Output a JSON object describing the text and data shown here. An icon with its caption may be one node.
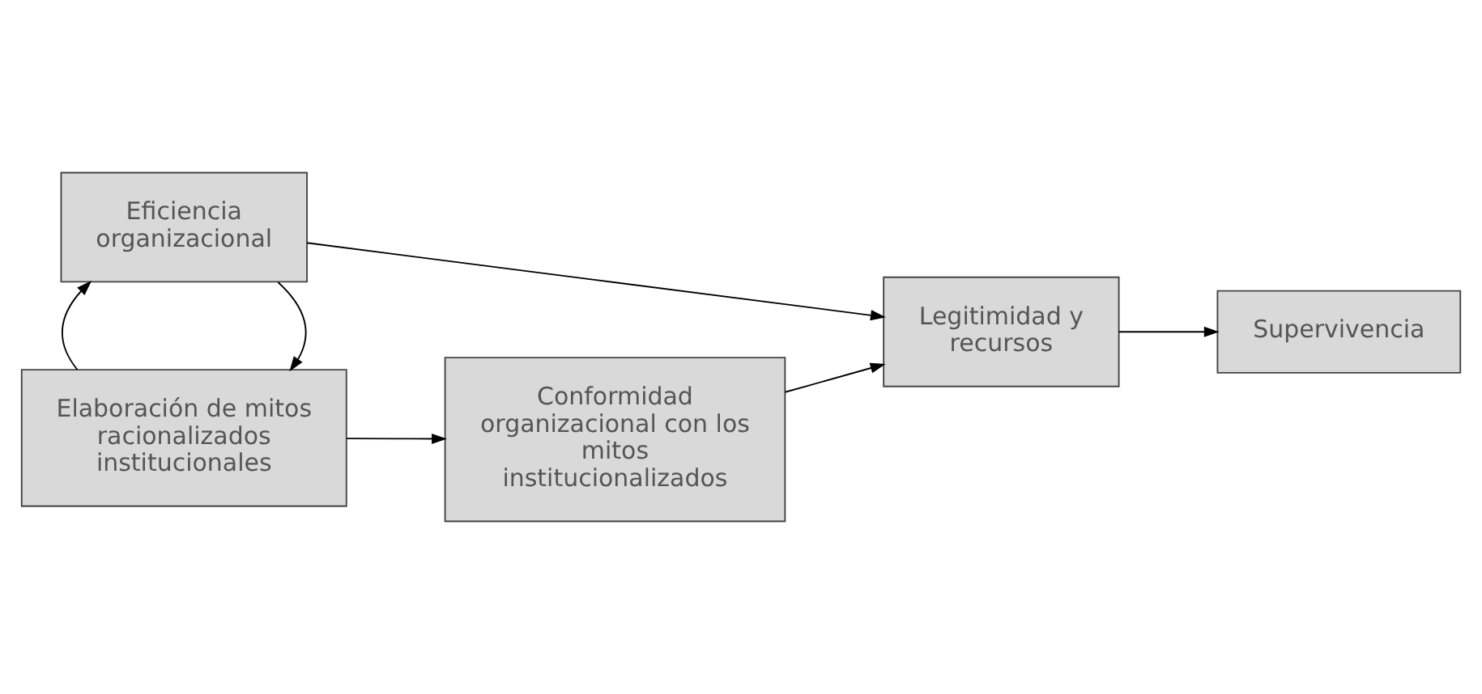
{
  "diagram": {
    "nodes": [
      {
        "text": [
          "Elaboración de mitos racionalizados institucionales"
        ]
      },
      {
        "text": [
          "Conformidad organizacional con los mitos institucionalizados"
        ]
      },
      {
        "text": [
          "Legitimidad y recursos"
        ]
      },
      {
        "text": [
          "Supervivencia"
        ]
      },
      {
        "text": [
          "Eficiencia organizacional"
        ]
      }
    ],
    "edges": [
      {
        "from": 0,
        "to": 1,
        "arrow": "to"
      },
      {
        "from": 1,
        "to": 2,
        "arrow": "to"
      },
      {
        "from": 4,
        "to": 0,
        "arrow": "to"
      },
      {
        "from": 0,
        "to": 4,
        "arrow": "to"
      },
      {
        "from": 4,
        "to": 2,
        "arrow": "to"
      },
      {
        "from": 2,
        "to": 3,
        "arrow": "to"
      }
    ]
  }
}
